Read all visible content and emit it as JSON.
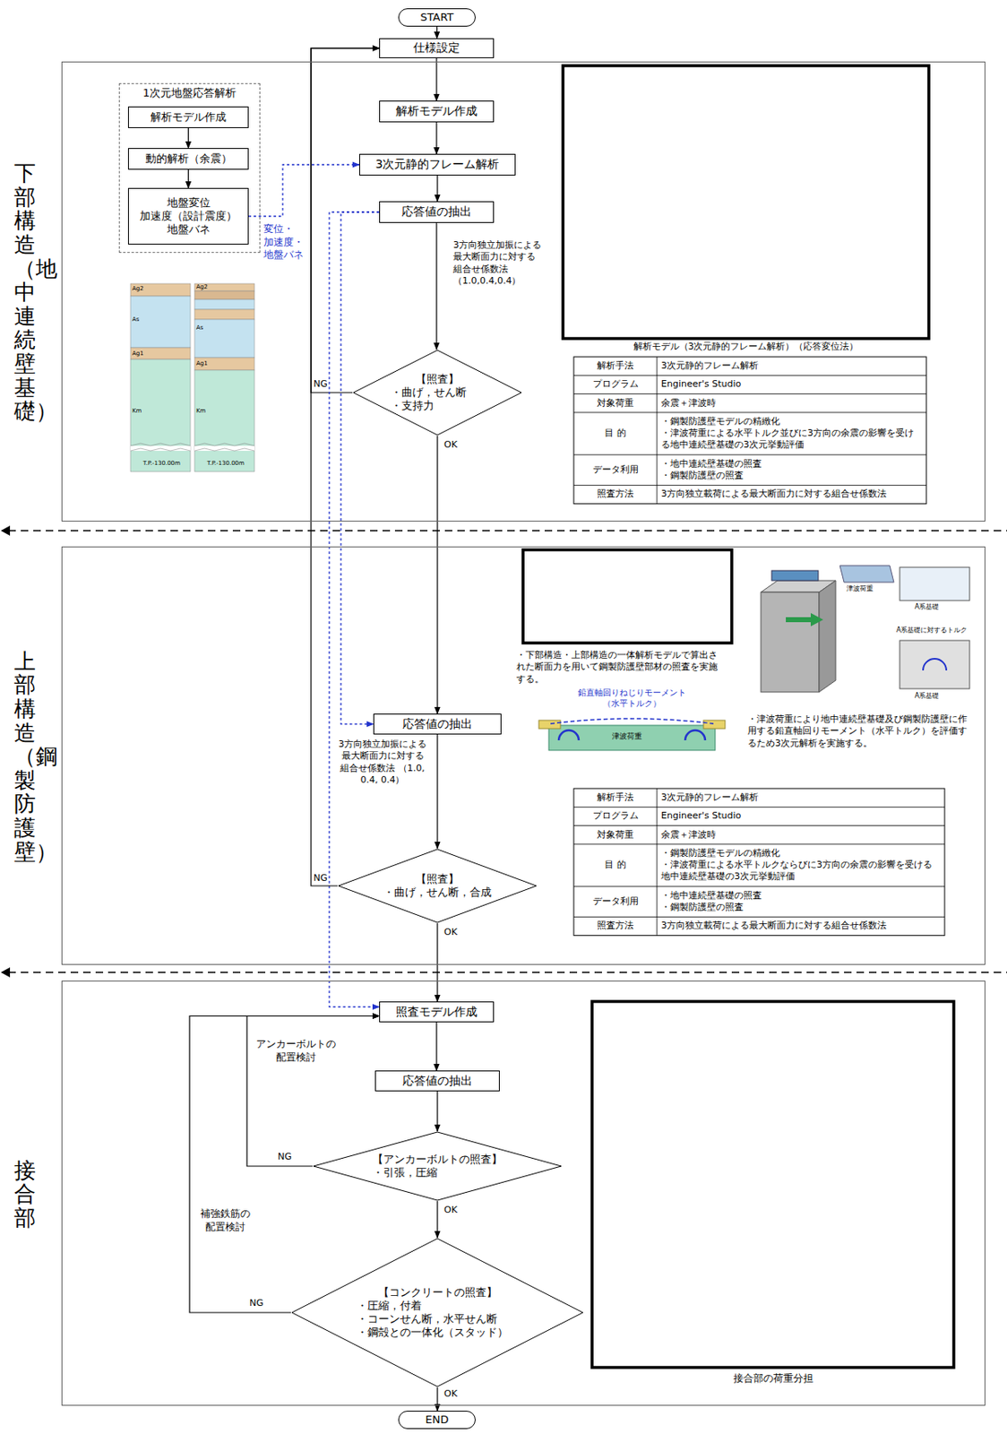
{
  "diagram": {
    "nodes": [
      {
        "text": [
          "START"
        ]
      },
      {
        "text": [
          "仕様設定"
        ]
      },
      {
        "text": [
          "下部構造（地中連続壁基礎）"
        ]
      },
      {
        "text": [
          "1次元地盤応答解析"
        ],
        "in": 2
      },
      {
        "text": [
          "解析モデル作成"
        ],
        "in": 3
      },
      {
        "text": [
          "動的解析（余震）"
        ],
        "in": 3
      },
      {
        "text": [
          "地盤変位 加速度（設計震度） 地盤バネ"
        ],
        "in": 3
      },
      {
        "text": [
          "解析モデル作成"
        ],
        "in": 2
      },
      {
        "text": [
          "3次元静的フレーム解析"
        ],
        "in": 2
      },
      {
        "text": [
          "応答値の抽出"
        ],
        "in": 2
      },
      {
        "text": [
          "【照査】",
          "・曲げ，せん断 ・支持力"
        ],
        "in": 2
      },
      {
        "text": [
          "上部構造（鋼製防護壁）"
        ]
      },
      {
        "text": [
          "応答値の抽出"
        ],
        "in": 11
      },
      {
        "text": [
          "【照査】",
          "・曲げ，せん断，合成"
        ],
        "in": 11
      },
      {
        "text": [
          "接合部"
        ]
      },
      {
        "text": [
          "照査モデル作成"
        ],
        "in": 14
      },
      {
        "text": [
          "応答値の抽出"
        ],
        "in": 14
      },
      {
        "text": [
          "【アンカーボルトの照査】",
          "・引張，圧縮"
        ],
        "in": 14
      },
      {
        "text": [
          "【コンクリートの照査】",
          "・圧縮，付着 ・コーンせん断，水平せん断 ・鋼殻との一体化（スタッド）"
        ],
        "in": 14
      },
      {
        "text": [
          "END"
        ]
      }
    ],
    "edges": [
      {
        "from": 0,
        "to": 1,
        "arrow": "to"
      },
      {
        "from": 1,
        "to": 7,
        "arrow": "to"
      },
      {
        "from": 4,
        "to": 5,
        "arrow": "to"
      },
      {
        "from": 5,
        "to": 6,
        "arrow": "to"
      },
      {
        "from": 6,
        "to": 8,
        "arrow": "to"
      },
      {
        "from": 7,
        "to": 8,
        "arrow": "to"
      },
      {
        "from": 8,
        "to": 9,
        "arrow": "to"
      },
      {
        "from": 9,
        "to": 10,
        "arrow": "to"
      },
      {
        "from": 10,
        "to": 1,
        "arrow": "to"
      },
      {
        "from": 10,
        "to": 12,
        "arrow": "to"
      },
      {
        "from": 9,
        "to": 12,
        "arrow": "to"
      },
      {
        "from": 9,
        "to": 15,
        "arrow": "to"
      },
      {
        "from": 12,
        "to": 13,
        "arrow": "to"
      },
      {
        "from": 13,
        "to": 1,
        "arrow": "to"
      },
      {
        "from": 13,
        "to": 15,
        "arrow": "to"
      },
      {
        "from": 15,
        "to": 16,
        "arrow": "to"
      },
      {
        "from": 16,
        "to": 17,
        "arrow": "to"
      },
      {
        "from": 17,
        "to": 18,
        "arrow": "to"
      },
      {
        "from": 17,
        "to": 15,
        "arrow": "to"
      },
      {
        "from": 18,
        "to": 15,
        "arrow": "to"
      },
      {
        "from": 18,
        "to": 19,
        "arrow": "to"
      }
    ],
    "labels": [
      "変位・ 加速度・ 地盤バネ",
      "3方向独立加振による 最大断面力に対する 組合せ係数法 （1.0,0.4,0.4）",
      "NG",
      "OK",
      "Ag2",
      "As",
      "Ag1",
      "Km",
      "T.P.-130.00m",
      "Ag2",
      "As",
      "Ag1",
      "Km",
      "T.P.-130.00m",
      "解析モデル（3次元静的フレーム解析）（応答変位法）",
      "解析手法",
      "3次元静的フレーム解析",
      "プログラム",
      "Engineer's Studio",
      "対象荷重",
      "余震＋津波時",
      "目 的",
      "・鋼製防護壁モデルの精緻化 ・津波荷重による水平トルク並びに3方向の余震の影響を受ける地中連続壁基礎の3次元挙動評価",
      "データ利用",
      "・地中連続壁基礎の照査 ・鋼製防護壁の照査",
      "照査方法",
      "3方向独立載荷による最大断面力に対する組合せ係数法",
      "・下部構造・上部構造の一体解析モデルで算出された断面力を用いて鋼製防護壁部材の照査を実施する。",
      "鉛直軸回りねじりモーメント （水平トルク）",
      "津波荷重",
      "津波荷重",
      "A系基礎",
      "A系基礎",
      "A系基礎に対するトルク",
      "・津波荷重により地中連続壁基礎及び鋼製防護壁に作用する鉛直軸回りモーメント（水平トルク）を評価するため3次元解析を実施する。",
      "3方向独立加振による 最大断面力に対する 組合せ係数法 （1.0, 0.4, 0.4）",
      "NG",
      "OK",
      "解析手法",
      "3次元静的フレーム解析",
      "プログラム",
      "Engineer's Studio",
      "対象荷重",
      "余震＋津波時",
      "目 的",
      "・鋼製防護壁モデルの精緻化 ・津波荷重による水平トルクならびに3方向の余震の影響を受ける地中連続壁基礎の3次元挙動評価",
      "データ利用",
      "・地中連続壁基礎の照査 ・鋼製防護壁の照査",
      "照査方法",
      "3方向独立載荷による最大断面力に対する組合せ係数法",
      "アンカーボルトの 配置検討",
      "NG",
      "OK",
      "補強鉄筋の 配置検討",
      "NG",
      "OK",
      "接合部の荷重分担"
    ]
  }
}
